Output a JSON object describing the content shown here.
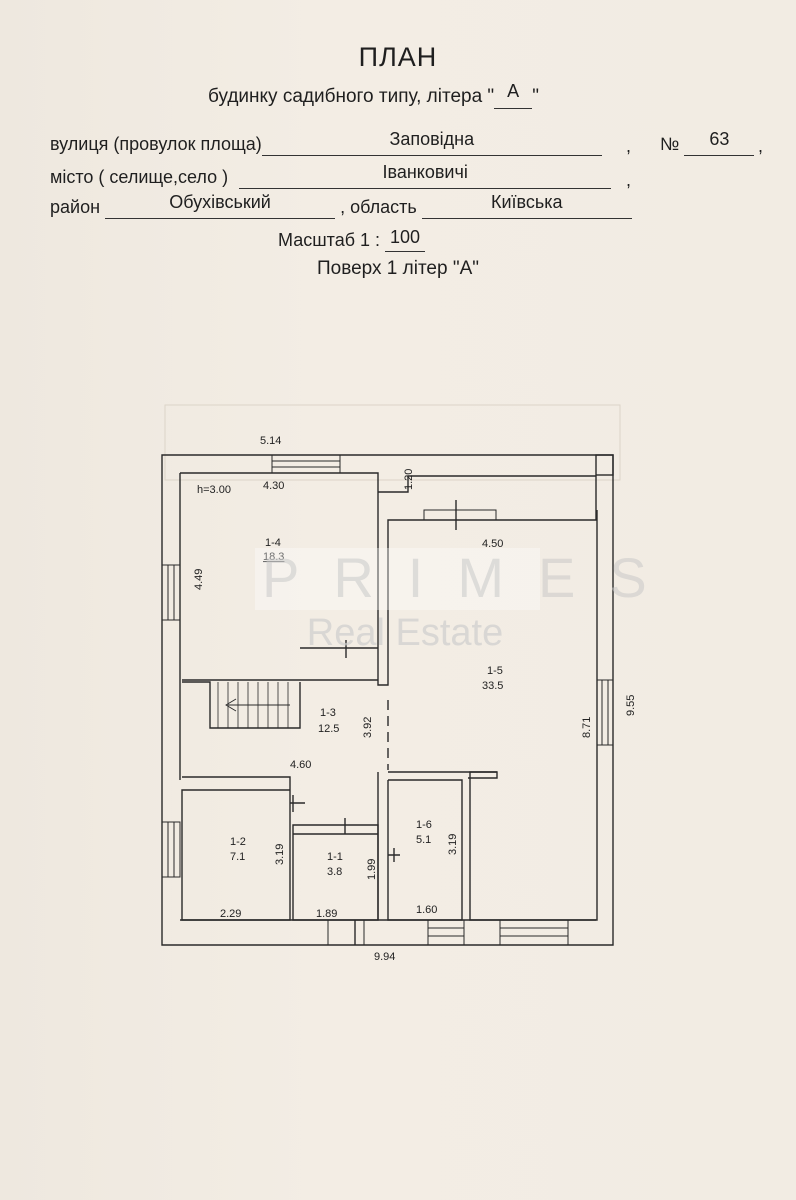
{
  "header": {
    "title": "ПЛАН",
    "subtitle_prefix": "будинку садибного типу,  літера \"",
    "litera": "А",
    "subtitle_suffix": "\""
  },
  "address": {
    "street_label": "вулиця (провулок площа)",
    "street_value": "Заповідна",
    "number_label": "№",
    "number_value": "63",
    "city_label": "місто ( селище,село )",
    "city_value": "Іванковичі",
    "district_label": "район",
    "district_value": "Обухівський",
    "region_label": ", область",
    "region_value": "Київська",
    "comma": ","
  },
  "scale": {
    "label": "Масштаб  1 : ",
    "value": "100"
  },
  "floor_title": "Поверх 1 літер \"А\"",
  "watermark": {
    "line1": "PRIMES",
    "line2": "Real Estate"
  },
  "plan": {
    "outer_width_top": "5.14",
    "outer_width_bottom": "9.94",
    "outer_height_right": "9.55",
    "height_note": "h=3.00",
    "dims": {
      "d430": "4.30",
      "d449": "4.49",
      "d120": "1.20",
      "d450": "4.50",
      "d871": "8.71",
      "d392": "3.92",
      "d460": "4.60",
      "d319a": "3.19",
      "d229": "2.29",
      "d189": "1.89",
      "d199": "1.99",
      "d160": "1.60",
      "d319b": "3.19"
    },
    "rooms": [
      {
        "id": "1-4",
        "area": "18.3"
      },
      {
        "id": "1-3",
        "area": "12.5"
      },
      {
        "id": "1-5",
        "area": "33.5"
      },
      {
        "id": "1-2",
        "area": "7.1"
      },
      {
        "id": "1-1",
        "area": "3.8"
      },
      {
        "id": "1-6",
        "area": "5.1"
      }
    ]
  }
}
